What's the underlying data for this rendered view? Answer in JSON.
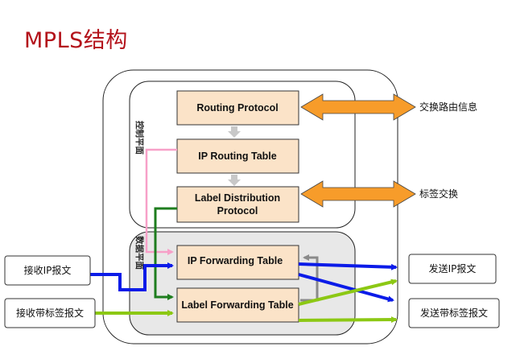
{
  "title": "MPLS结构",
  "control_plane_label": "控制平面",
  "data_plane_label": "数据平面",
  "boxes": {
    "routing_protocol": "Routing Protocol",
    "ip_routing_table": "IP Routing Table",
    "ldp_line1": "Label Distribution",
    "ldp_line2": "Protocol",
    "ip_forwarding_table": "IP Forwarding Table",
    "label_forwarding_table": "Label Forwarding Table"
  },
  "external": {
    "exchange_routing_info": "交换路由信息",
    "label_exchange": "标签交换"
  },
  "inputs": {
    "receive_ip": "接收IP报文",
    "receive_labeled": "接收带标签报文"
  },
  "outputs": {
    "send_ip": "发送IP报文",
    "send_labeled": "发送带标签报文"
  },
  "colors": {
    "title": "#b3121a",
    "box_fill": "#fbe3c8",
    "orange_arrow": "#f79c2a",
    "blue_line": "#0b1be8",
    "green_line": "#8cc814",
    "pink_line": "#f7a0c8",
    "dark_green_line": "#1e7d1e",
    "gray_arrow": "#8a8a8a"
  }
}
